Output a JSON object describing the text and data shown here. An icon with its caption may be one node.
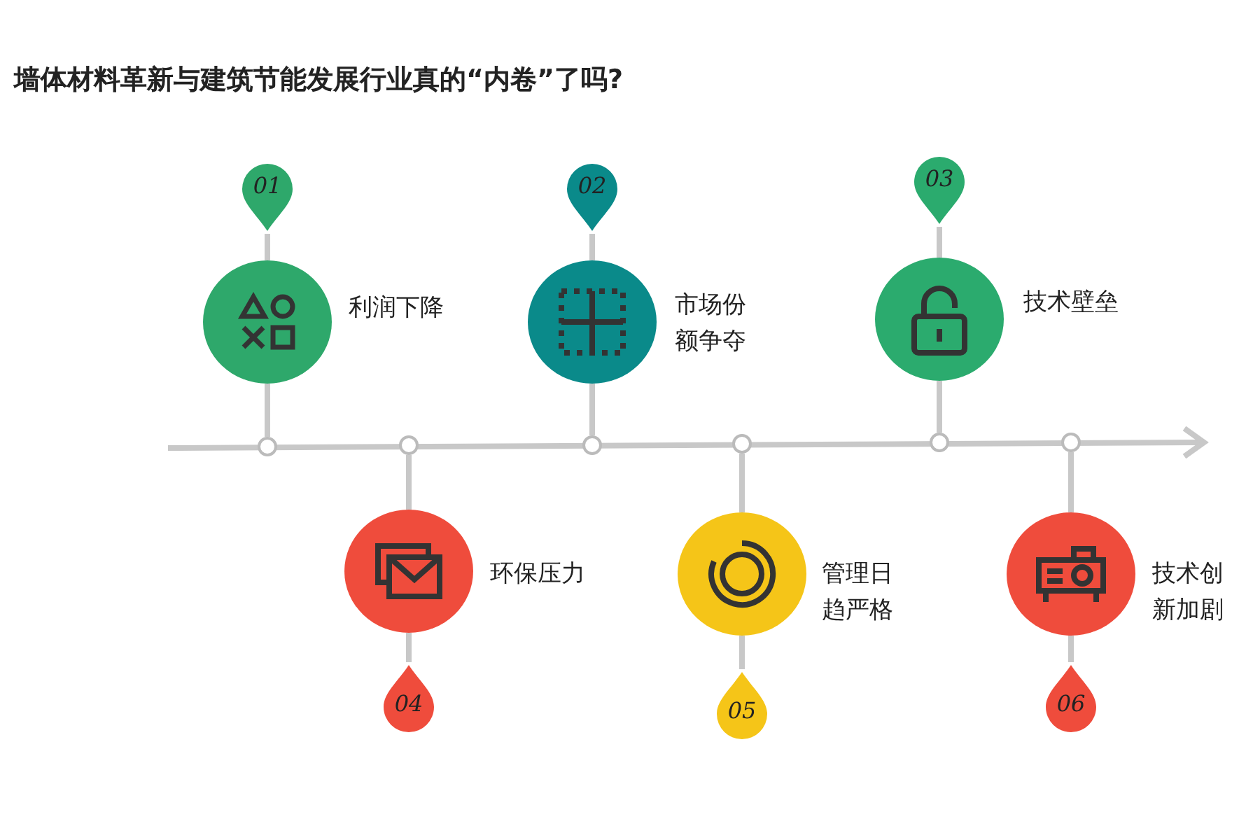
{
  "diagram": {
    "title": "墙体材料革新与建筑节能发展行业真的“内卷”了吗?",
    "nodes": [
      {
        "text": [
          "01"
        ]
      },
      {
        "text": [],
        "shape": "circle",
        "beside": [
          "利润下降"
        ]
      },
      {
        "text": [],
        "shape": "circle"
      },
      {
        "text": [
          "04"
        ]
      },
      {
        "text": [],
        "shape": "circle",
        "beside": [
          "环保压力"
        ]
      },
      {
        "text": [],
        "shape": "circle"
      },
      {
        "text": [
          "02"
        ]
      },
      {
        "text": [],
        "shape": "circle",
        "beside": [
          "市场份额争夺"
        ]
      },
      {
        "text": [],
        "shape": "circle"
      },
      {
        "text": [
          "05"
        ]
      },
      {
        "text": [],
        "shape": "circle",
        "beside": [
          "管理日趋严格"
        ]
      },
      {
        "text": [],
        "shape": "circle"
      },
      {
        "text": [
          "03"
        ]
      },
      {
        "text": [],
        "shape": "circle",
        "beside": [
          "技术壁垒"
        ]
      },
      {
        "text": [],
        "shape": "circle"
      },
      {
        "text": [
          "06"
        ]
      },
      {
        "text": [],
        "shape": "circle",
        "beside": [
          "技术创新加剧"
        ]
      },
      {
        "text": [],
        "shape": "circle"
      }
    ],
    "edges": [
      {
        "from": 0,
        "to": 1,
        "arrow": "none"
      },
      {
        "from": 1,
        "to": 2,
        "arrow": "none"
      },
      {
        "from": 3,
        "to": 4,
        "arrow": "none"
      },
      {
        "from": 4,
        "to": 5,
        "arrow": "none"
      },
      {
        "from": 6,
        "to": 7,
        "arrow": "none"
      },
      {
        "from": 7,
        "to": 8,
        "arrow": "none"
      },
      {
        "from": 9,
        "to": 10,
        "arrow": "none"
      },
      {
        "from": 10,
        "to": 11,
        "arrow": "none"
      },
      {
        "from": 12,
        "to": 13,
        "arrow": "none"
      },
      {
        "from": 13,
        "to": 14,
        "arrow": "none"
      },
      {
        "from": 15,
        "to": 16,
        "arrow": "none"
      },
      {
        "from": 16,
        "to": 17,
        "arrow": "none"
      }
    ]
  }
}
